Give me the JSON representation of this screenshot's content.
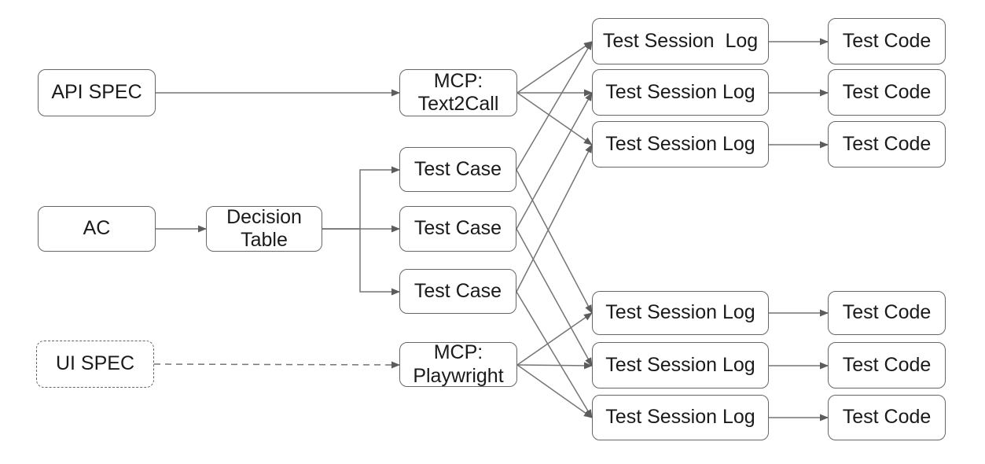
{
  "diagram": {
    "title": "Test generation flow diagram",
    "colors": {
      "background": "#ffffff",
      "node_fill": "#ffffff",
      "node_border": "#666666",
      "connector": "#757575",
      "arrowhead": "#5c5c5c",
      "text": "#1a1a1a"
    },
    "nodes": {
      "api_spec": "API SPEC",
      "ac": "AC",
      "ui_spec": "UI SPEC",
      "decision_table": "Decision\nTable",
      "mcp_text2call": "MCP:\nText2Call",
      "mcp_playwright": "MCP:\nPlaywright",
      "test_cases": [
        "Test Case",
        "Test Case",
        "Test Case"
      ],
      "test_session_logs_top": [
        "Test Session  Log",
        "Test Session Log",
        "Test Session Log"
      ],
      "test_session_logs_bottom": [
        "Test Session Log",
        "Test Session Log",
        "Test Session Log"
      ],
      "test_codes_top": [
        "Test Code",
        "Test Code",
        "Test Code"
      ],
      "test_codes_bottom": [
        "Test Code",
        "Test Code",
        "Test Code"
      ]
    },
    "edges": [
      {
        "from": "api-spec",
        "to": "mcp-text2call",
        "style": "solid"
      },
      {
        "from": "ac",
        "to": "decision-table",
        "style": "solid"
      },
      {
        "from": "decision-table",
        "to": "test-case-1",
        "style": "solid"
      },
      {
        "from": "decision-table",
        "to": "test-case-2",
        "style": "solid"
      },
      {
        "from": "decision-table",
        "to": "test-case-3",
        "style": "solid"
      },
      {
        "from": "ui-spec",
        "to": "mcp-playwright",
        "style": "dashed"
      },
      {
        "from": "mcp-text2call",
        "to": "test-session-log-top-1",
        "style": "solid"
      },
      {
        "from": "mcp-text2call",
        "to": "test-session-log-top-2",
        "style": "solid"
      },
      {
        "from": "mcp-text2call",
        "to": "test-session-log-top-3",
        "style": "solid"
      },
      {
        "from": "test-case-1",
        "to": "test-session-log-top-1",
        "style": "solid"
      },
      {
        "from": "test-case-2",
        "to": "test-session-log-top-2",
        "style": "solid"
      },
      {
        "from": "test-case-3",
        "to": "test-session-log-top-3",
        "style": "solid"
      },
      {
        "from": "test-case-1",
        "to": "test-session-log-bottom-1",
        "style": "solid"
      },
      {
        "from": "test-case-2",
        "to": "test-session-log-bottom-2",
        "style": "solid"
      },
      {
        "from": "test-case-3",
        "to": "test-session-log-bottom-3",
        "style": "solid"
      },
      {
        "from": "mcp-playwright",
        "to": "test-session-log-bottom-1",
        "style": "solid"
      },
      {
        "from": "mcp-playwright",
        "to": "test-session-log-bottom-2",
        "style": "solid"
      },
      {
        "from": "mcp-playwright",
        "to": "test-session-log-bottom-3",
        "style": "solid"
      },
      {
        "from": "test-session-log-top-1",
        "to": "test-code-top-1",
        "style": "solid"
      },
      {
        "from": "test-session-log-top-2",
        "to": "test-code-top-2",
        "style": "solid"
      },
      {
        "from": "test-session-log-top-3",
        "to": "test-code-top-3",
        "style": "solid"
      },
      {
        "from": "test-session-log-bottom-1",
        "to": "test-code-bottom-1",
        "style": "solid"
      },
      {
        "from": "test-session-log-bottom-2",
        "to": "test-code-bottom-2",
        "style": "solid"
      },
      {
        "from": "test-session-log-bottom-3",
        "to": "test-code-bottom-3",
        "style": "solid"
      }
    ]
  }
}
